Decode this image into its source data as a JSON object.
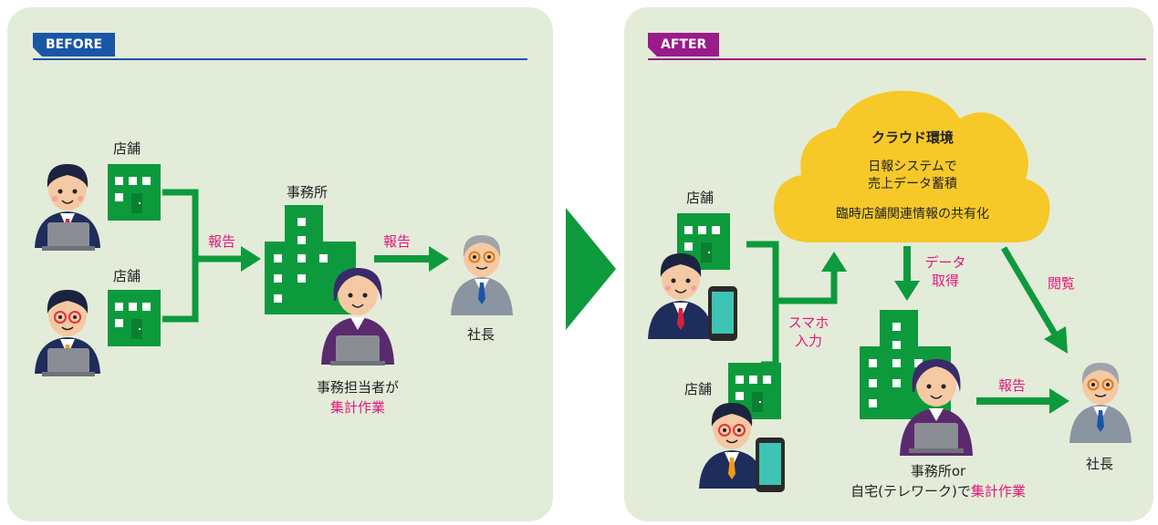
{
  "colors": {
    "panel_bg": "#e3ecd9",
    "before": "#1a56a8",
    "after": "#9a1b8a",
    "green": "#0d9a3c",
    "pink": "#e5177b",
    "cloud": "#f6c928"
  },
  "before": {
    "tag": "BEFORE",
    "store_top_label": "店舗",
    "store_bottom_label": "店舗",
    "report_label_1": "報告",
    "office_label": "事務所",
    "report_label_2": "報告",
    "president_label": "社長",
    "clerk_text": "事務担当者が",
    "clerk_highlight": "集計作業"
  },
  "after": {
    "tag": "AFTER",
    "cloud_title": "クラウド環境",
    "cloud_line1": "日報システムで",
    "cloud_line2": "売上データ蓄積",
    "cloud_line3": "臨時店舗関連情報の共有化",
    "store_top_label": "店舗",
    "store_bottom_label": "店舗",
    "smartphone_input_1": "スマホ",
    "smartphone_input_2": "入力",
    "data_get_1": "データ",
    "data_get_2": "取得",
    "view_label": "閲覧",
    "report_label": "報告",
    "president_label": "社長",
    "office_line1": "事務所or",
    "office_line2_text": "自宅(テレワーク)で",
    "office_line2_highlight": "集計作業"
  }
}
